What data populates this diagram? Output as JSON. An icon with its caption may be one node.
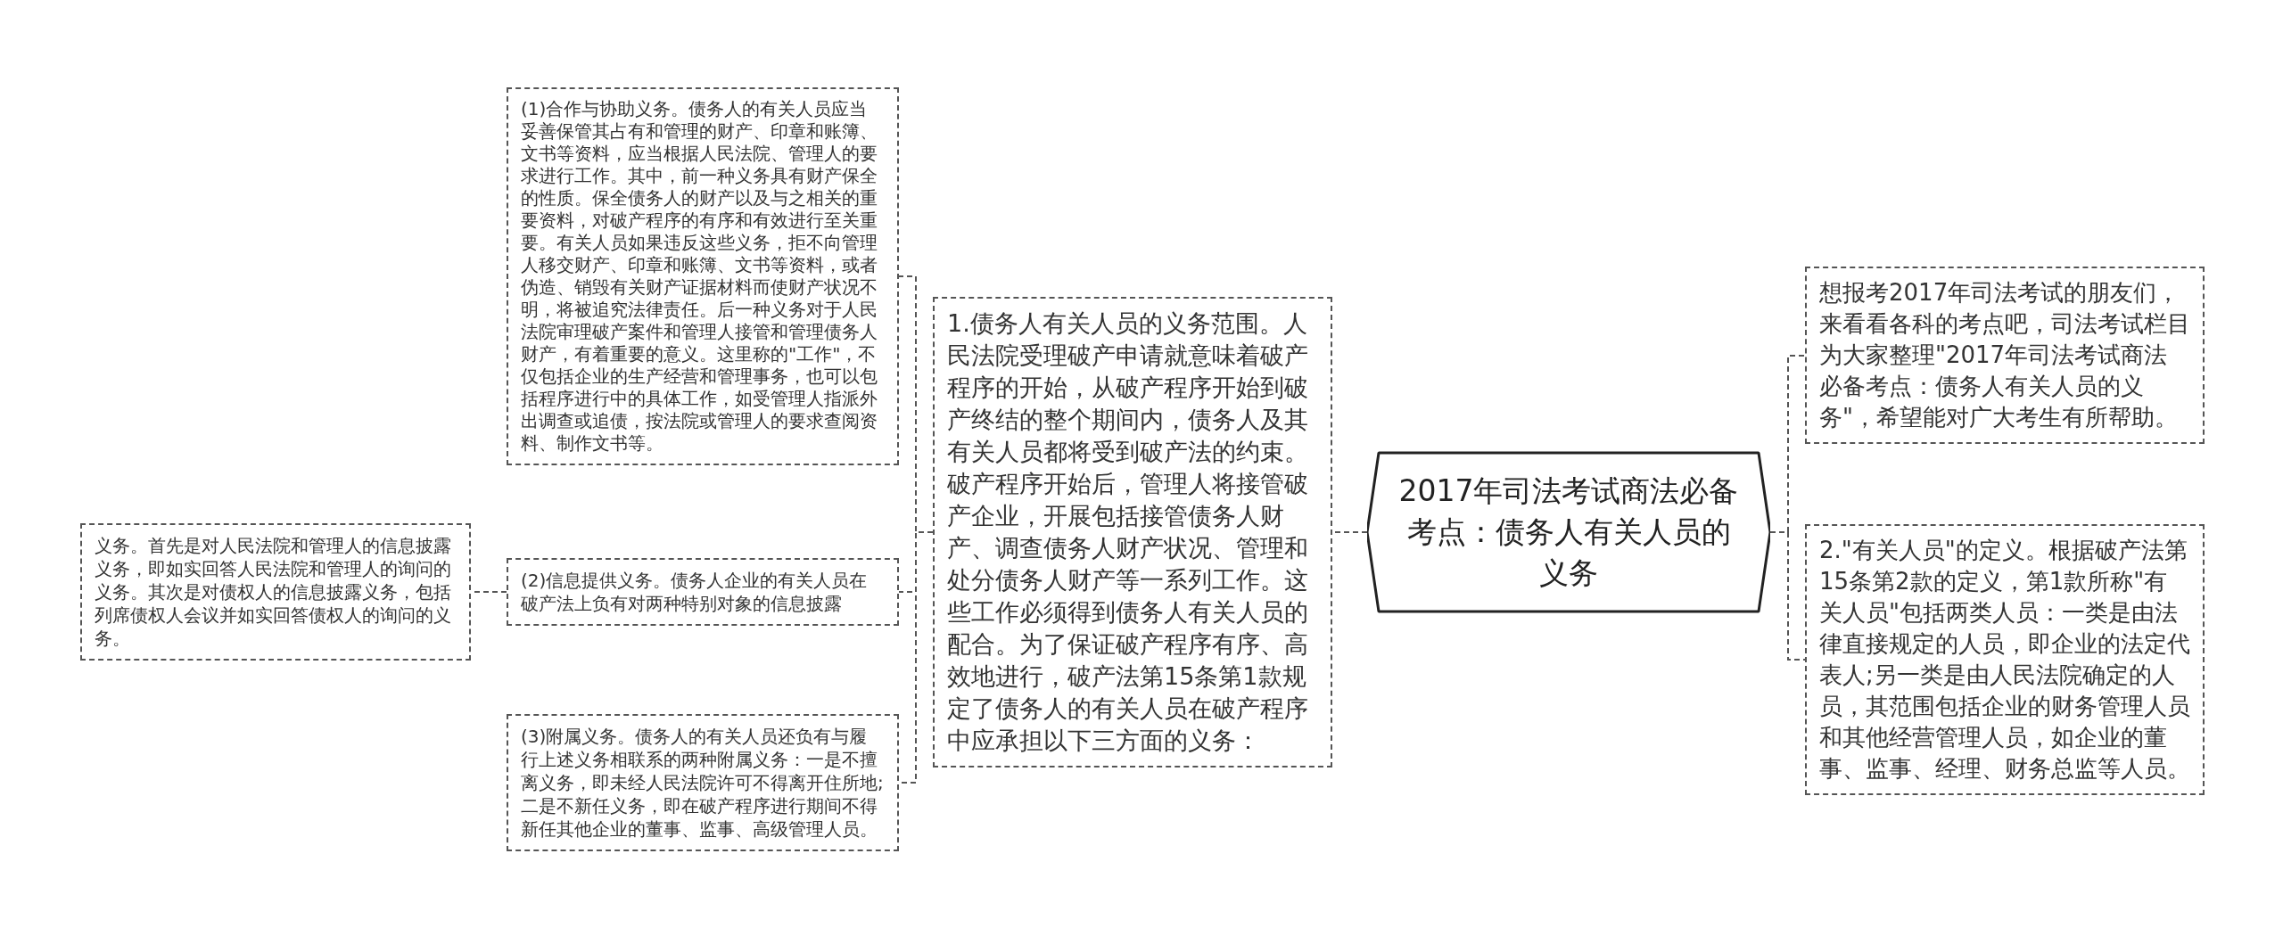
{
  "diagram": {
    "nodes": [
      {
        "text": [
          "2017年司法考试商法必备考点：债务人有关人员的义务"
        ]
      },
      {
        "text": [
          "想报考2017年司法考试的朋友们，来看看各科的考点吧，司法考试栏目为大家整理\"2017年司法考试商法必备考点：债务人有关人员的义务\"，希望能对广大考生有所帮助。"
        ]
      },
      {
        "text": [
          "2.\"有关人员\"的定义。根据破产法第15条第2款的定义，第1款所称\"有关人员\"包括两类人员：一类是由法律直接规定的人员，即企业的法定代表人;另一类是由人民法院确定的人员，其范围包括企业的财务管理人员和其他经营管理人员，如企业的董事、监事、经理、财务总监等人员。"
        ]
      },
      {
        "text": [
          "1.债务人有关人员的义务范围。人民法院受理破产申请就意味着破产程序的开始，从破产程序开始到破产终结的整个期间内，债务人及其有关人员都将受到破产法的约束。破产程序开始后，管理人将接管破产企业，开展包括接管债务人财产、调查债务人财产状况、管理和处分债务人财产等一系列工作。这些工作必须得到债务人有关人员的配合。为了保证破产程序有序、高效地进行，破产法第15条第1款规定了债务人的有关人员在破产程序中应承担以下三方面的义务："
        ]
      },
      {
        "text": [
          "(1)合作与协助义务。债务人的有关人员应当妥善保管其占有和管理的财产、印章和账簿、文书等资料，应当根据人民法院、管理人的要求进行工作。其中，前一种义务具有财产保全的性质。保全债务人的财产以及与之相关的重要资料，对破产程序的有序和有效进行至关重要。有关人员如果违反这些义务，拒不向管理人移交财产、印章和账簿、文书等资料，或者伪造、销毁有关财产证据材料而使财产状况不明，将被追究法律责任。后一种义务对于人民法院审理破产案件和管理人接管和管理债务人财产，有着重要的意义。这里称的\"工作\"，不仅包括企业的生产经营和管理事务，也可以包括程序进行中的具体工作，如受管理人指派外出调查或追债，按法院或管理人的要求查阅资料、制作文书等。"
        ]
      },
      {
        "text": [
          "(2)信息提供义务。债务人企业的有关人员在破产法上负有对两种特别对象的信息披露"
        ]
      },
      {
        "text": [
          "义务。首先是对人民法院和管理人的信息披露义务，即如实回答人民法院和管理人的询问的义务。其次是对债权人的信息披露义务，包括列席债权人会议并如实回答债权人的询问的义务。"
        ]
      },
      {
        "text": [
          "(3)附属义务。债务人的有关人员还负有与履行上述义务相联系的两种附属义务：一是不擅离义务，即未经人民法院许可不得离开住所地;二是不新任义务，即在破产程序进行期间不得新任其他企业的董事、监事、高级管理人员。"
        ]
      }
    ],
    "edges": [
      {
        "from": 0,
        "to": 1,
        "arrow": "none",
        "style": "dashed"
      },
      {
        "from": 0,
        "to": 2,
        "arrow": "none",
        "style": "dashed"
      },
      {
        "from": 0,
        "to": 3,
        "arrow": "none",
        "style": "dashed"
      },
      {
        "from": 3,
        "to": 4,
        "arrow": "none",
        "style": "dashed"
      },
      {
        "from": 3,
        "to": 5,
        "arrow": "none",
        "style": "dashed"
      },
      {
        "from": 3,
        "to": 7,
        "arrow": "none",
        "style": "dashed"
      },
      {
        "from": 5,
        "to": 6,
        "arrow": "none",
        "style": "dashed"
      }
    ]
  }
}
